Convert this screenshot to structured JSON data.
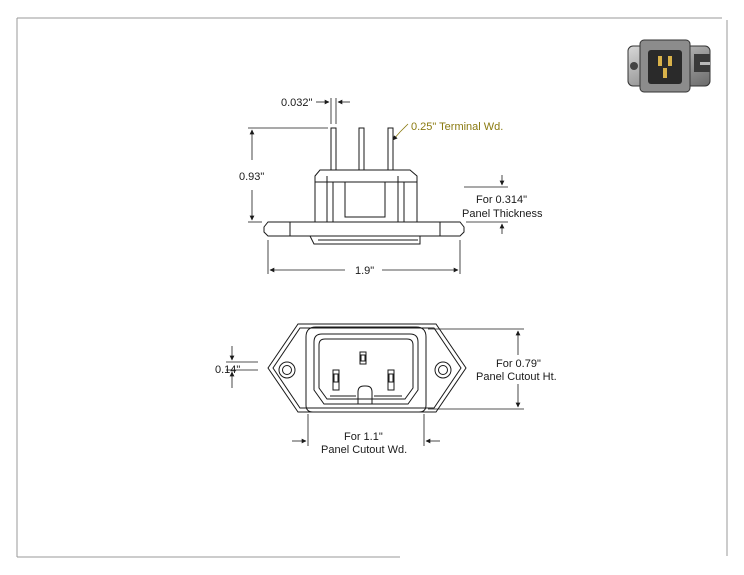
{
  "side_view": {
    "dims": {
      "terminal_thickness": "0.032\"",
      "terminal_width": "0.25\" Terminal Wd.",
      "height": "0.93\"",
      "panel_thickness_line1": "For 0.314\"",
      "panel_thickness_line2": "Panel Thickness",
      "width": "1.9\""
    }
  },
  "front_view": {
    "dims": {
      "pin_offset": "0.14\"",
      "cutout_height_line1": "For 0.79\"",
      "cutout_height_line2": "Panel Cutout Ht.",
      "cutout_width_line1": "For 1.1\"",
      "cutout_width_line2": "Panel Cutout Wd."
    }
  },
  "colors": {
    "line": "#1a1a1a",
    "note": "#8a7a10",
    "frame": "#9a9a9a"
  },
  "thumbnail": {
    "icon": "connector-photo-icon"
  }
}
